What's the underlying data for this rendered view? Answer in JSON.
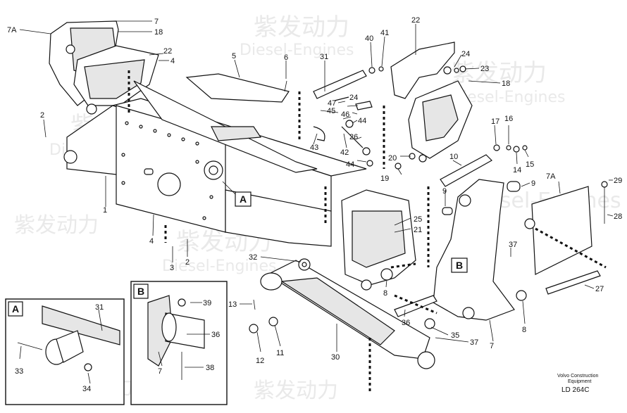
{
  "diagram": {
    "watermark": {
      "brand": "紫发动力",
      "sub": "Diesel-Engines"
    },
    "section_labels": [
      "A",
      "B",
      "A",
      "B"
    ],
    "footer": {
      "maker_line1": "Volvo Construction",
      "maker_line2": "Equipment",
      "code": "LD 264C"
    },
    "callouts": [
      "7A",
      "7",
      "18",
      "22",
      "4",
      "5",
      "6",
      "31",
      "40",
      "41",
      "22",
      "24",
      "23",
      "18",
      "47",
      "24",
      "45",
      "46",
      "44",
      "26",
      "42",
      "44",
      "43",
      "2",
      "20",
      "19",
      "17",
      "16",
      "10",
      "15",
      "14",
      "1",
      "4",
      "3",
      "2",
      "25",
      "21",
      "9",
      "9",
      "7A",
      "29",
      "28",
      "32",
      "8",
      "37",
      "31",
      "13",
      "39",
      "36",
      "12",
      "11",
      "30",
      "36",
      "35",
      "37",
      "27",
      "8",
      "7",
      "33",
      "34",
      "38",
      "7"
    ]
  }
}
